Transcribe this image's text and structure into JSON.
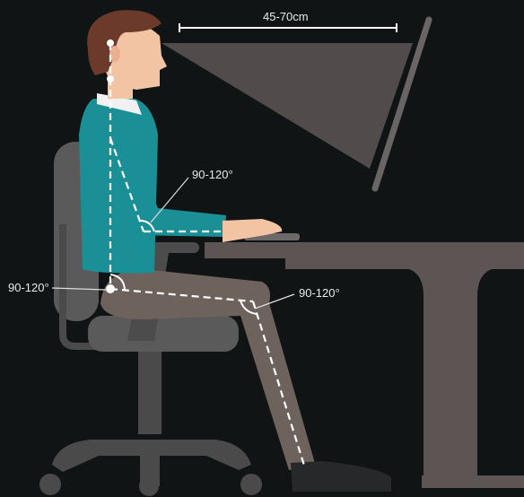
{
  "labels": {
    "distance": "45-70cm",
    "elbow_angle": "90-120°",
    "hip_angle": "90-120°",
    "knee_angle": "90-120°"
  },
  "colors": {
    "background": "#111415",
    "desk": "#5d5554",
    "chair": "#5a5a5a",
    "shirt": "#1a8f96",
    "trousers": "#6e625c",
    "skin": "#f3c4a4",
    "hair": "#6b3a2a",
    "monitor": "#524b4b",
    "guide_lines": "#ffffff"
  }
}
